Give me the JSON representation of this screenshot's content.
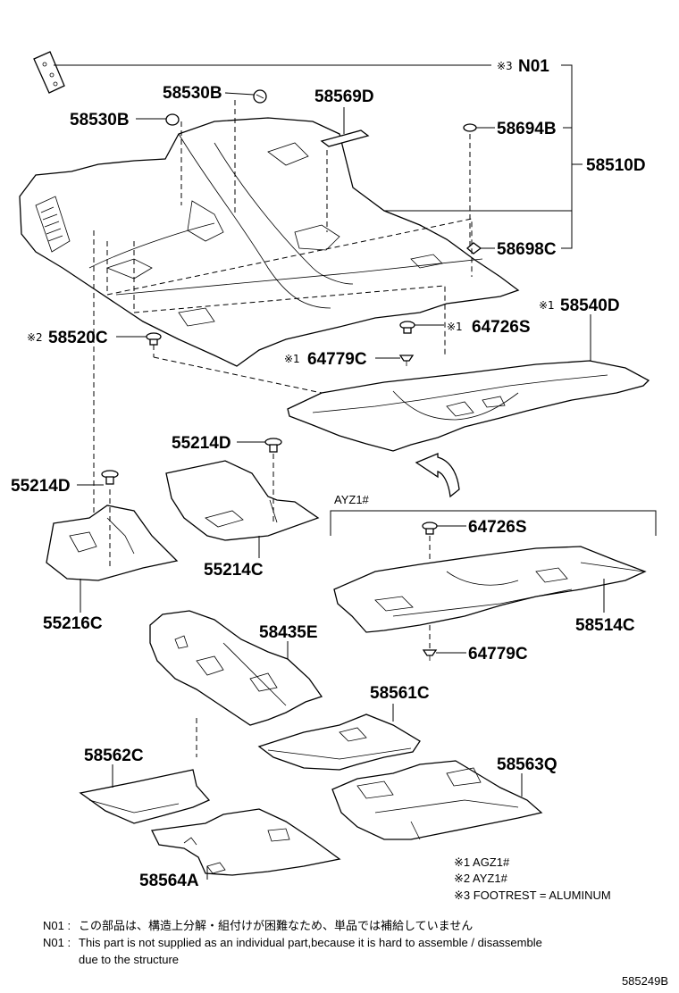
{
  "callouts": {
    "n01": "N01",
    "p58530b_top": "58530B",
    "p58530b": "58530B",
    "p58569d": "58569D",
    "p58694b": "58694B",
    "p58510d": "58510D",
    "p58698c": "58698C",
    "p58540d": "58540D",
    "p58520c": "58520C",
    "p64726s_agz": "64726S",
    "p64779c_agz": "64779C",
    "p55214d_mid": "55214D",
    "p55214d_left": "55214D",
    "p55214c": "55214C",
    "p55216c": "55216C",
    "p64726s": "64726S",
    "p58514c": "58514C",
    "p64779c": "64779C",
    "p58435e": "58435E",
    "p58561c": "58561C",
    "p58562c": "58562C",
    "p58563q": "58563Q",
    "p58564a": "58564A"
  },
  "marks": {
    "m3": "※3",
    "m1": "※1",
    "m2": "※2"
  },
  "group_label": "AYZ1#",
  "legend": {
    "l1": "※1 AGZ1#",
    "l2": "※2 AYZ1#",
    "l3": "※3 FOOTREST = ALUMINUM"
  },
  "notes": {
    "label": "N01 :",
    "jp": "この部品は、構造上分解・組付けが困難なため、単品では補給していません",
    "en1": "This part is not supplied as an individual part,because it is hard to assemble / disassemble",
    "en2": "due to the structure"
  },
  "drawing_number": "585249B"
}
